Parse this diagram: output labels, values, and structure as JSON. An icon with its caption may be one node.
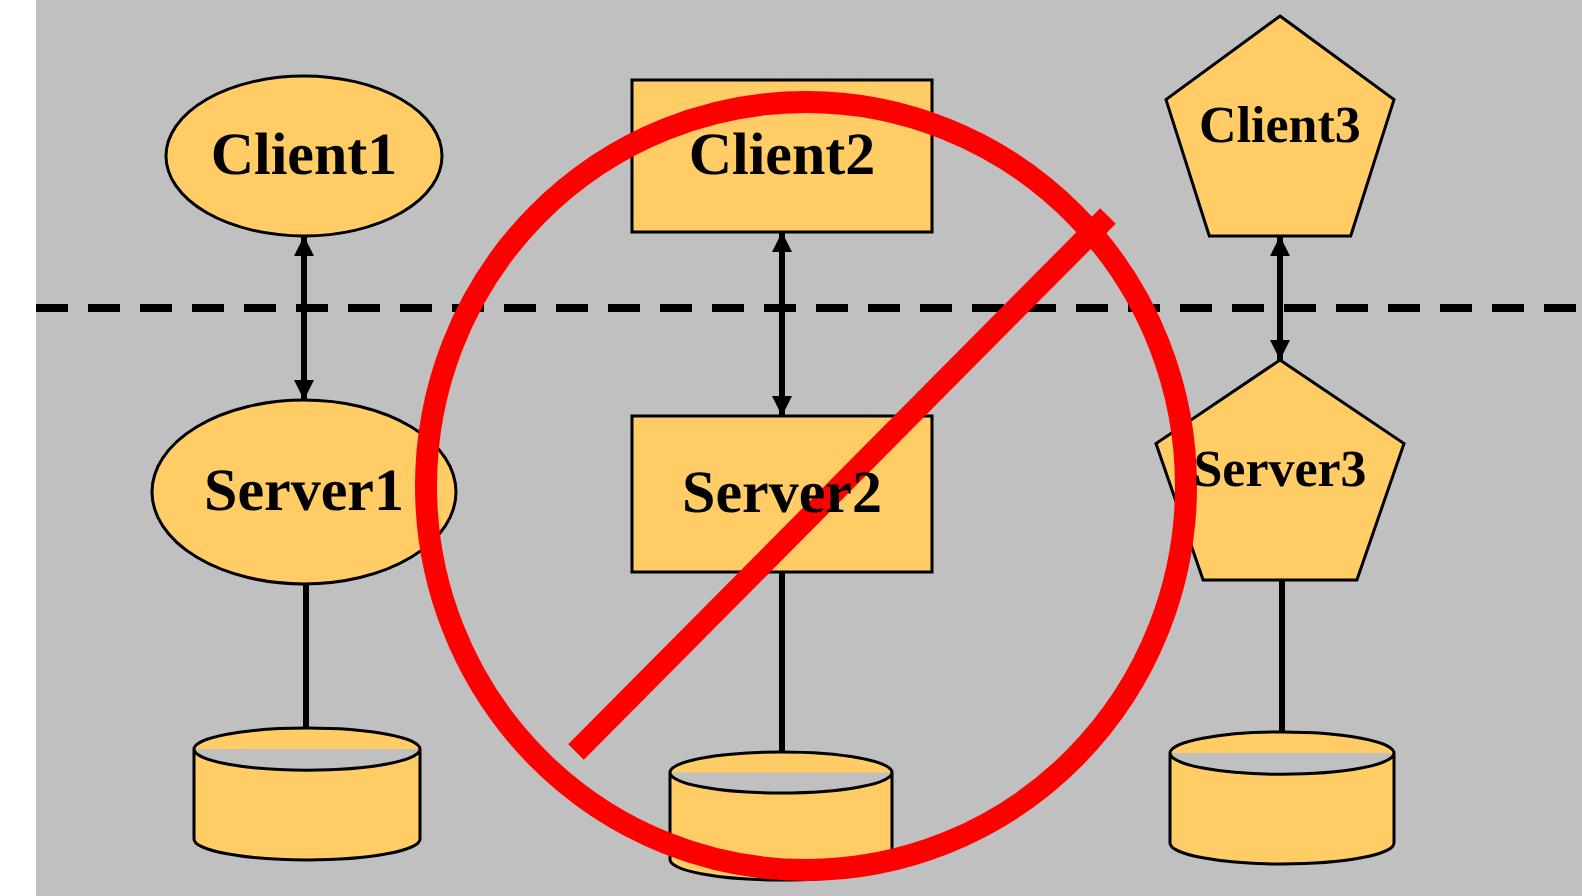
{
  "diagram": {
    "nodes": [
      {
        "text": [
          "Client1"
        ]
      },
      {
        "text": [
          "Client2"
        ]
      },
      {
        "text": [
          "Client3"
        ]
      },
      {
        "text": [
          "Server1"
        ]
      },
      {
        "text": [
          "Server2"
        ]
      },
      {
        "text": [
          "Server3"
        ]
      },
      {
        "text": [],
        "shape": "cylinder"
      },
      {
        "text": [],
        "shape": "cylinder"
      },
      {
        "text": [],
        "shape": "cylinder"
      }
    ],
    "edges": [
      {
        "from": 0,
        "to": 3,
        "arrow": "both"
      },
      {
        "from": 1,
        "to": 4,
        "arrow": "both"
      },
      {
        "from": 2,
        "to": 5,
        "arrow": "both"
      },
      {
        "from": 3,
        "to": 6,
        "arrow": "none"
      },
      {
        "from": 4,
        "to": 7,
        "arrow": "none"
      },
      {
        "from": 5,
        "to": 8,
        "arrow": "none"
      }
    ]
  }
}
